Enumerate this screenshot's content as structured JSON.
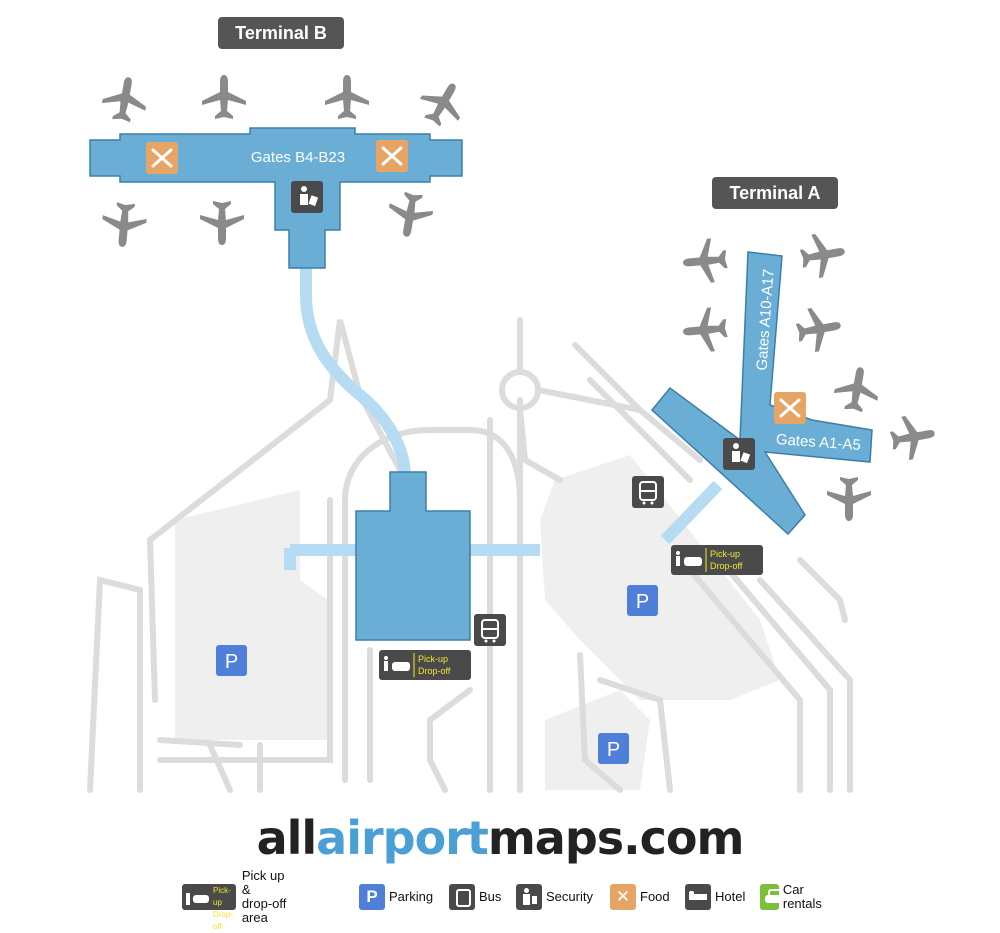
{
  "terminals": {
    "b": {
      "name": "Terminal B",
      "gates": "Gates B4-B23"
    },
    "a": {
      "name": "Terminal A",
      "gates_upper": "Gates A10-A17",
      "gates_lower": "Gates A1-A5"
    }
  },
  "map_labels": {
    "pickup_line1": "Pick-up",
    "pickup_line2": "Drop-off",
    "parking_symbol": "P"
  },
  "brand": {
    "part1": "all",
    "part2": "airport",
    "part3": "maps.com"
  },
  "legend": {
    "pickup_icon_line1": "Pick-up",
    "pickup_icon_line2": "Drop-off",
    "pickup_line1": "Pick up &",
    "pickup_line2": "drop-off area",
    "parking": "Parking",
    "bus": "Bus",
    "security": "Security",
    "food": "Food",
    "hotel": "Hotel",
    "car_rentals": "Car rentals"
  },
  "colors": {
    "terminal_fill": "#6aaed6",
    "terminal_stroke": "#3c7ea8",
    "walkway": "#b5dcf3",
    "road": "#dcdcdc",
    "lot": "#efefef",
    "label_bg": "#555555",
    "parking": "#4f7fd9",
    "food": "#e7a565",
    "dark_icon": "#4a4a4a",
    "car_rental": "#7dbf3b",
    "brand_dark": "#222222",
    "brand_blue": "#4a9fd4"
  }
}
